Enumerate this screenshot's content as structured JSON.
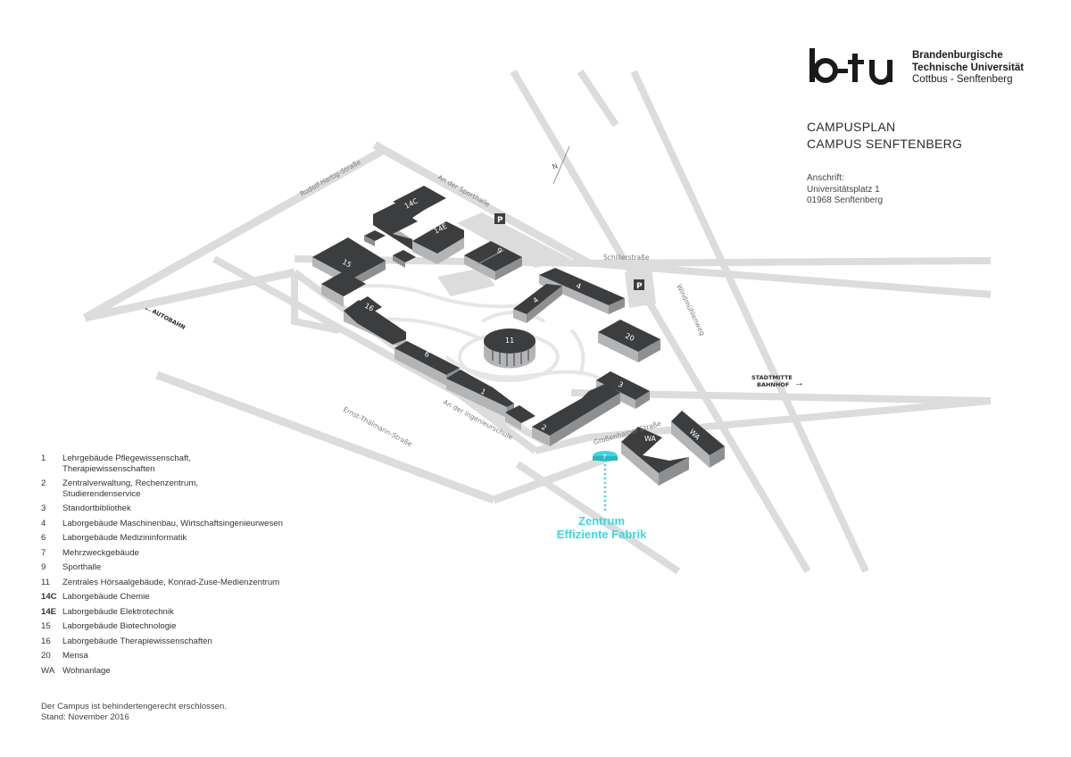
{
  "header": {
    "university": [
      "Brandenburgische",
      "Technische Universität",
      "Cottbus - Senftenberg"
    ],
    "logo_text": "b-tu",
    "title_line1": "CAMPUSPLAN",
    "title_line2": "CAMPUS SENFTENBERG"
  },
  "address": {
    "label": "Anschrift:",
    "street": "Universitätsplatz 1",
    "city": "01968 Senftenberg"
  },
  "map": {
    "streets": {
      "rudolf": "Rudolf-Hartig-Straße",
      "sporthalle": "An der Sporthalle",
      "schiller": "Schillerstraße",
      "windmuehlen": "Windmühlenweg",
      "ingenieurschule": "An der Ingenieurschule",
      "ernst": "Ernst-Thälmann-Straße",
      "grossenhainer": "Großenhainer Straße"
    },
    "directions": {
      "autobahn": "AUTOBAHN",
      "stadtmitte": "STADTMITTE",
      "bahnhof": "BAHNHOF"
    },
    "north": "N",
    "parking": "P",
    "building_labels": {
      "b14c": "14C",
      "b14e": "14E",
      "b15": "15",
      "b9": "9",
      "b4a": "4",
      "b4b": "4",
      "b16": "16",
      "b11": "11",
      "b20": "20",
      "b6": "6",
      "b1": "1",
      "b3": "3",
      "b2": "2",
      "b7": "7",
      "wa1": "WA",
      "wa2": "WA"
    },
    "highlight": {
      "line1": "Zentrum",
      "line2": "Effiziente Fabrik"
    },
    "colors": {
      "building": "#3b3d3f",
      "road": "#dcdcdc",
      "highlight": "#3ed6de"
    }
  },
  "legend": [
    {
      "num": "1",
      "bold": false,
      "text": "Lehrgebäude Pflegewissenschaft,",
      "text2": "Therapiewissenschaften"
    },
    {
      "num": "2",
      "bold": false,
      "text": "Zentralverwaltung, Rechenzentrum,",
      "text2": "Studierendenservice"
    },
    {
      "num": "3",
      "bold": false,
      "text": "Standortbibliothek",
      "text2": ""
    },
    {
      "num": "4",
      "bold": false,
      "text": "Laborgebäude Maschinenbau, Wirtschaftsingenieurwesen",
      "text2": ""
    },
    {
      "num": "6",
      "bold": false,
      "text": "Laborgebäude Medizininformatik",
      "text2": ""
    },
    {
      "num": "7",
      "bold": false,
      "text": "Mehrzweckgebäude",
      "text2": ""
    },
    {
      "num": "9",
      "bold": false,
      "text": "Sporthalle",
      "text2": ""
    },
    {
      "num": "11",
      "bold": false,
      "text": "Zentrales Hörsaalgebäude, Konrad-Zuse-Medienzentrum",
      "text2": ""
    },
    {
      "num": "14C",
      "bold": true,
      "text": "Laborgebäude Chemie",
      "text2": ""
    },
    {
      "num": "14E",
      "bold": true,
      "text": "Laborgebäude Elektrotechnik",
      "text2": ""
    },
    {
      "num": "15",
      "bold": false,
      "text": "Laborgebäude Biotechnologie",
      "text2": ""
    },
    {
      "num": "16",
      "bold": false,
      "text": "Laborgebäude Therapiewissenschaften",
      "text2": ""
    },
    {
      "num": "20",
      "bold": false,
      "text": "Mensa",
      "text2": ""
    },
    {
      "num": "WA",
      "bold": false,
      "text": "Wohnanlage",
      "text2": ""
    }
  ],
  "footnote": {
    "line1": "Der Campus ist behindertengerecht erschlossen.",
    "line2": "Stand: November 2016"
  }
}
